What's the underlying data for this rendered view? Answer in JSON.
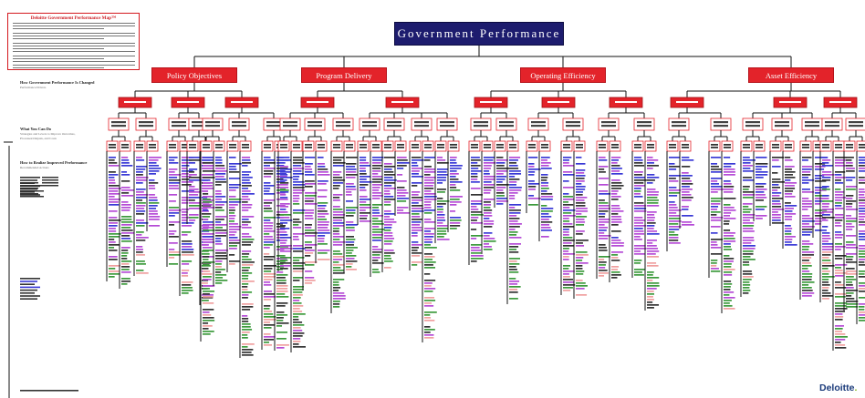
{
  "header": {
    "title": "Government Performance",
    "intro_title": "Deloitte Government Performance Map™"
  },
  "level1": [
    {
      "label": "Policy Objectives"
    },
    {
      "label": "Program Delivery"
    },
    {
      "label": "Operating Efficiency"
    },
    {
      "label": "Asset Efficiency"
    }
  ],
  "side_labels": {
    "how_changed": "How Government Performance Is Changed",
    "how_changed_sub": "Performance Drivers",
    "what_you_can_do": "What You Can Do",
    "what_you_can_do_sub1": "Strategies and Levers to Improve Outcomes,",
    "what_you_can_do_sub2": "Processes/Outputs, and Costs",
    "how_to_realize": "How to Realize Improved Performance",
    "how_to_realize_sub": "Recommended Actions"
  },
  "brand": {
    "name": "Deloitte",
    "dot": "."
  },
  "colors": {
    "navy": "#1d1c6e",
    "red": "#e3232a",
    "blue": "#3a3ad6",
    "purple": "#b54bd6",
    "green": "#3c9a3c",
    "black": "#333333",
    "salmon": "#f0a0a0"
  }
}
